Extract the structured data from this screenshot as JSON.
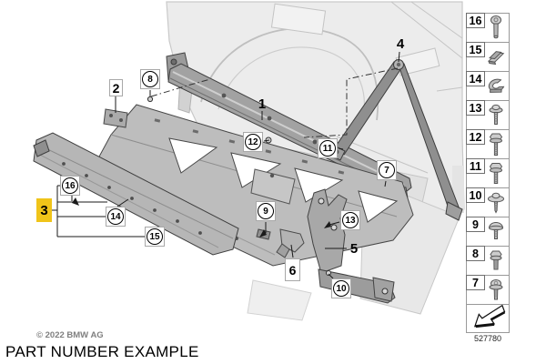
{
  "footer": {
    "copyright": "© 2022 BMW AG",
    "caption": "PART NUMBER EXAMPLE"
  },
  "sidebar": {
    "part_code": "527780",
    "nav_arrow_icon": "prev-page-arrow-icon",
    "items": [
      {
        "number": "16",
        "icon": "cylinder-head-bolt-icon"
      },
      {
        "number": "15",
        "icon": "flat-retainer-clip-icon"
      },
      {
        "number": "14",
        "icon": "cage-nut-clip-icon"
      },
      {
        "number": "13",
        "icon": "pan-head-screw-washer-icon"
      },
      {
        "number": "12",
        "icon": "hex-flange-bolt-long-icon"
      },
      {
        "number": "11",
        "icon": "hex-flange-bolt-icon"
      },
      {
        "number": "10",
        "icon": "screw-large-washer-icon"
      },
      {
        "number": "9",
        "icon": "dome-head-screw-icon"
      },
      {
        "number": "8",
        "icon": "hex-flange-screw-icon"
      },
      {
        "number": "7",
        "icon": "round-head-screw-washer-icon"
      }
    ]
  },
  "diagram": {
    "highlight_color": "#F0C419",
    "callouts": {
      "c1": {
        "label": "1",
        "style": "plain"
      },
      "c2": {
        "label": "2",
        "style": "boxed"
      },
      "c3": {
        "label": "3",
        "style": "highlight"
      },
      "c4": {
        "label": "4",
        "style": "plain"
      },
      "c5": {
        "label": "5",
        "style": "plain"
      },
      "c6": {
        "label": "6",
        "style": "boxed"
      },
      "c7": {
        "label": "7",
        "style": "circled"
      },
      "c8": {
        "label": "8",
        "style": "circled"
      },
      "c9": {
        "label": "9",
        "style": "circled"
      },
      "c10": {
        "label": "10",
        "style": "circled"
      },
      "c11": {
        "label": "11",
        "style": "circled"
      },
      "c12": {
        "label": "12",
        "style": "circled"
      },
      "c13": {
        "label": "13",
        "style": "circled"
      },
      "c14": {
        "label": "14",
        "style": "circled"
      },
      "c15": {
        "label": "15",
        "style": "circled"
      },
      "c16": {
        "label": "16",
        "style": "circled"
      }
    }
  }
}
